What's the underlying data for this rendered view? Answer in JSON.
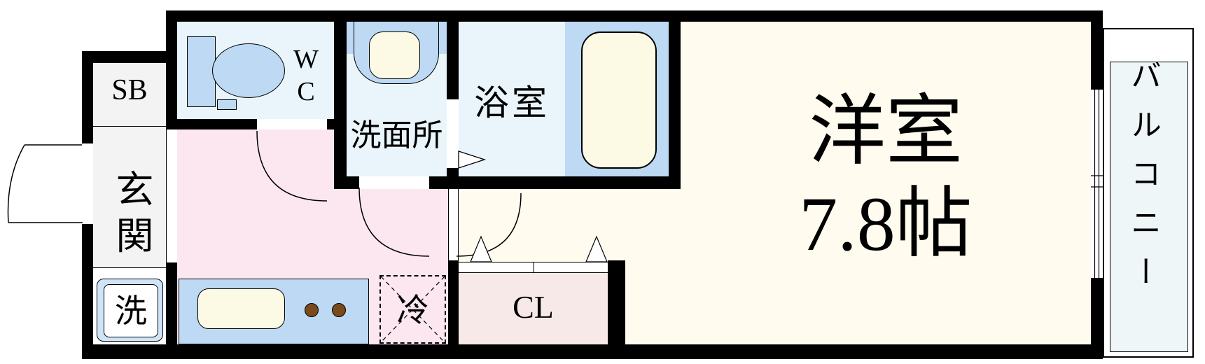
{
  "plan": {
    "type": "apartment-floor-plan",
    "rooms": {
      "shoe_box": "SB",
      "entrance": "玄関",
      "toilet_line1": "W",
      "toilet_line2": "C",
      "washroom": "洗面所",
      "bathroom": "浴室",
      "main_room_name": "洋室",
      "main_room_size": "7.8帖",
      "balcony": "バルコニー",
      "closet": "CL",
      "washer": "洗",
      "fridge": "冷"
    },
    "colors": {
      "wall": "#000000",
      "wet_room_floor": "#e9f5fb",
      "fixture_blue": "#bdd9f3",
      "kitchen_pink": "#fce7f0",
      "closet_pink": "#f8e9e9",
      "main_room_cream": "#fffbee",
      "fixture_cream": "#fcf9e4",
      "entry_gray": "#f3f3f3",
      "balcony_blue": "#eef6f7",
      "washer_blue": "#cfe4f8",
      "burner_brown": "#7b4a1a"
    }
  }
}
